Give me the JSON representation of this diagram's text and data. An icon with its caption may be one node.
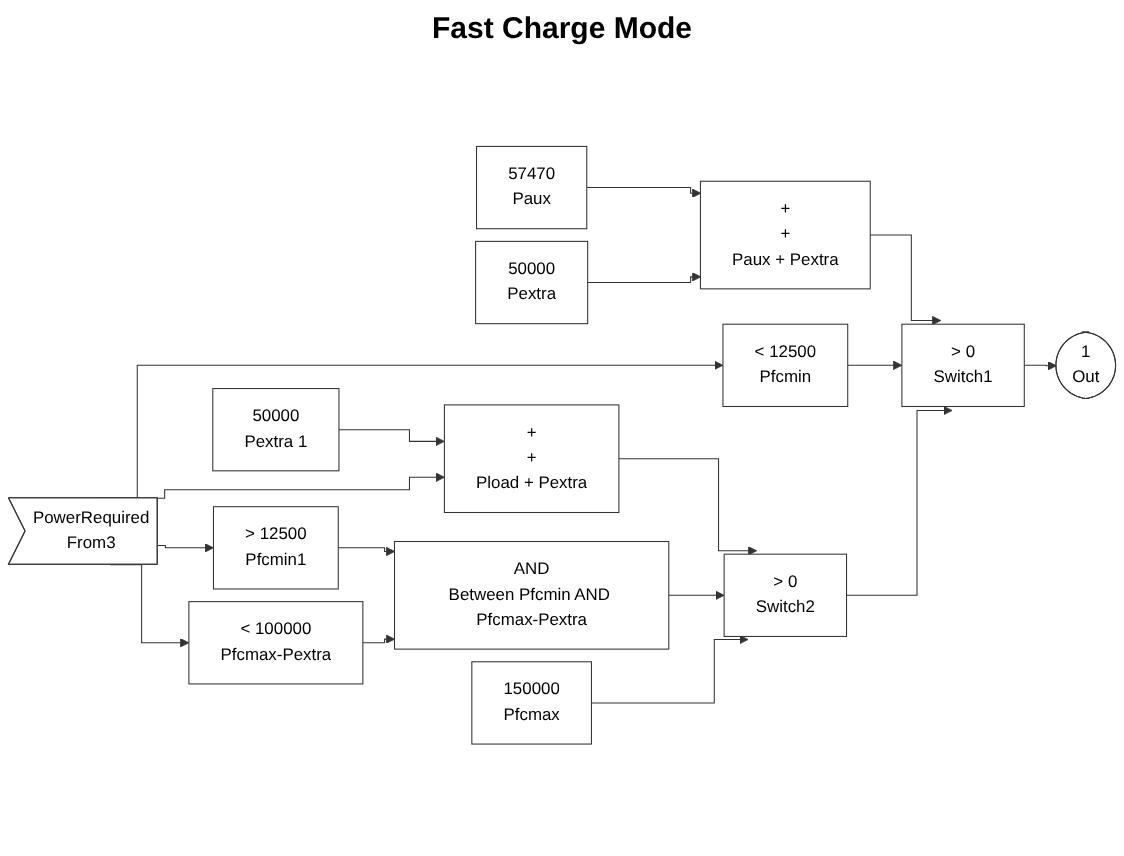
{
  "diagram": {
    "title": "Fast Charge Mode",
    "nodes": [
      {
        "text": [
          "PowerRequired",
          "From3"
        ]
      },
      {
        "text": [
          "57470",
          "Paux"
        ]
      },
      {
        "text": [
          "50000",
          "Pextra"
        ]
      },
      {
        "text": [
          "+",
          "+",
          "Paux + Pextra"
        ]
      },
      {
        "text": [
          "< 12500",
          "Pfcmin"
        ]
      },
      {
        "text": [
          "> 0",
          "Switch1"
        ]
      },
      {
        "text": [
          "1",
          "Out"
        ]
      },
      {
        "text": [
          "50000",
          "Pextra 1"
        ]
      },
      {
        "text": [
          "+",
          "+",
          "Pload + Pextra"
        ]
      },
      {
        "text": [
          "> 12500",
          "Pfcmin1"
        ]
      },
      {
        "text": [
          "< 100000",
          "Pfcmax-Pextra"
        ]
      },
      {
        "text": [
          "AND",
          "Between Pfcmin AND Pfcmax-Pextra"
        ]
      },
      {
        "text": [
          "> 0",
          "Switch2"
        ]
      },
      {
        "text": [
          "150000",
          "Pfcmax"
        ]
      }
    ],
    "edges": [
      {
        "from": 1,
        "to": 3,
        "arrow": "to"
      },
      {
        "from": 2,
        "to": 3,
        "arrow": "to"
      },
      {
        "from": 0,
        "to": 4,
        "arrow": "to"
      },
      {
        "from": 3,
        "to": 5,
        "arrow": "to"
      },
      {
        "from": 4,
        "to": 5,
        "arrow": "to"
      },
      {
        "from": 12,
        "to": 5,
        "arrow": "to"
      },
      {
        "from": 5,
        "to": 6,
        "arrow": "to"
      },
      {
        "from": 7,
        "to": 8,
        "arrow": "to"
      },
      {
        "from": 0,
        "to": 8,
        "arrow": "to"
      },
      {
        "from": 0,
        "to": 9,
        "arrow": "to"
      },
      {
        "from": 0,
        "to": 10,
        "arrow": "to"
      },
      {
        "from": 9,
        "to": 11,
        "arrow": "to"
      },
      {
        "from": 10,
        "to": 11,
        "arrow": "to"
      },
      {
        "from": 8,
        "to": 12,
        "arrow": "to"
      },
      {
        "from": 11,
        "to": 12,
        "arrow": "to"
      },
      {
        "from": 13,
        "to": 12,
        "arrow": "to"
      }
    ]
  }
}
